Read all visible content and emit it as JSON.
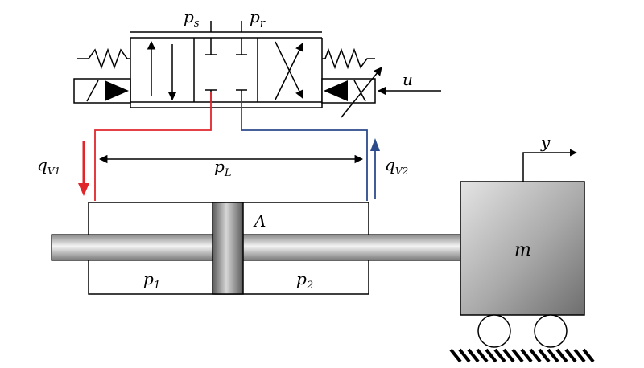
{
  "labels": {
    "ps": {
      "main": "p",
      "sub": "s"
    },
    "pr": {
      "main": "p",
      "sub": "r"
    },
    "u": "u",
    "qv1": {
      "main": "q",
      "sub": "V1"
    },
    "qv2": {
      "main": "q",
      "sub": "V2"
    },
    "pl": {
      "main": "p",
      "sub": "L"
    },
    "y": "y",
    "area": "A",
    "p1": {
      "main": "p",
      "sub": "1"
    },
    "p2": {
      "main": "p",
      "sub": "2"
    },
    "mass": "m"
  },
  "colors": {
    "supply_line": "#e0262b",
    "return_line": "#2c4b8c",
    "outline": "#000000"
  }
}
